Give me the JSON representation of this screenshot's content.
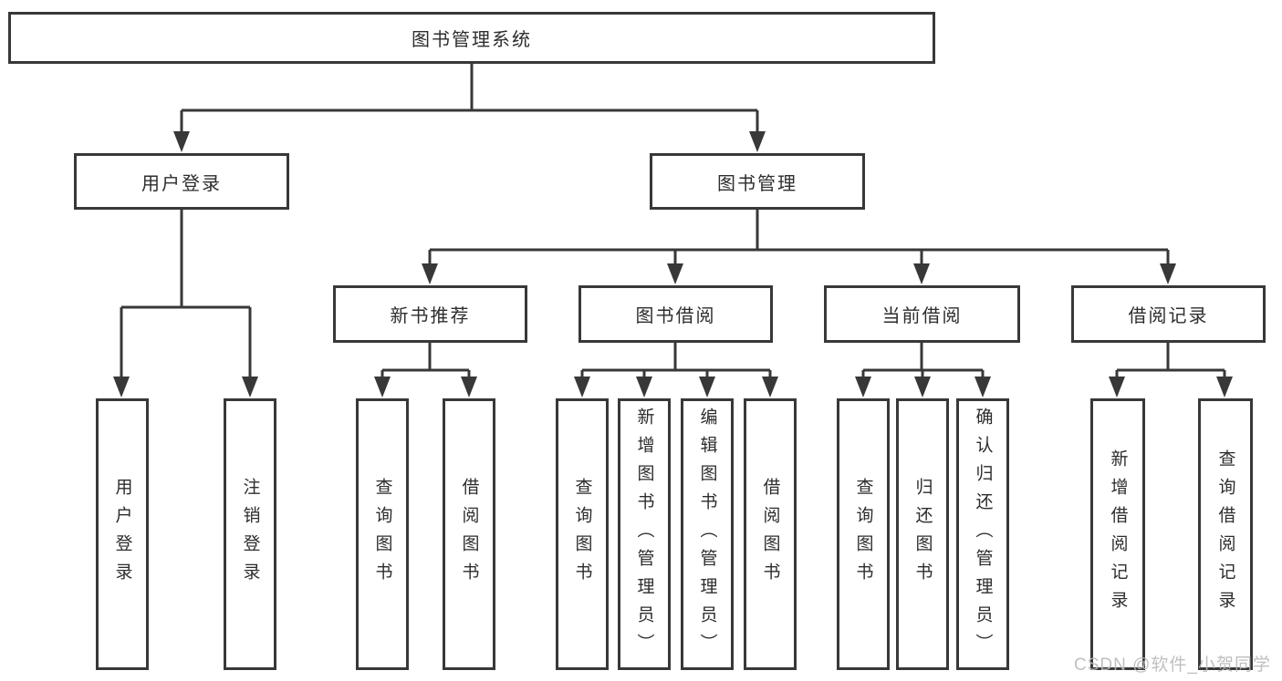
{
  "colors": {
    "line": "#383838",
    "text": "#2d2d2d",
    "background": "#ffffff",
    "watermark": "#b9b9b9"
  },
  "watermark": {
    "text": "CSDN @软件_小贺同学"
  },
  "tree": {
    "root": {
      "label": "图书管理系统",
      "children": [
        {
          "label": "用户登录",
          "children": [
            {
              "label": "用户登录"
            },
            {
              "label": "注销登录"
            }
          ]
        },
        {
          "label": "图书管理",
          "children": [
            {
              "label": "新书推荐",
              "children": [
                {
                  "label": "查询图书"
                },
                {
                  "label": "借阅图书"
                }
              ]
            },
            {
              "label": "图书借阅",
              "children": [
                {
                  "label": "查询图书"
                },
                {
                  "label": "新增图书（管理员）"
                },
                {
                  "label": "编辑图书（管理员）"
                },
                {
                  "label": "借阅图书"
                }
              ]
            },
            {
              "label": "当前借阅",
              "children": [
                {
                  "label": "查询图书"
                },
                {
                  "label": "归还图书"
                },
                {
                  "label": "确认归还（管理员）"
                }
              ]
            },
            {
              "label": "借阅记录",
              "children": [
                {
                  "label": "新增借阅记录"
                },
                {
                  "label": "查询借阅记录"
                }
              ]
            }
          ]
        }
      ]
    }
  }
}
